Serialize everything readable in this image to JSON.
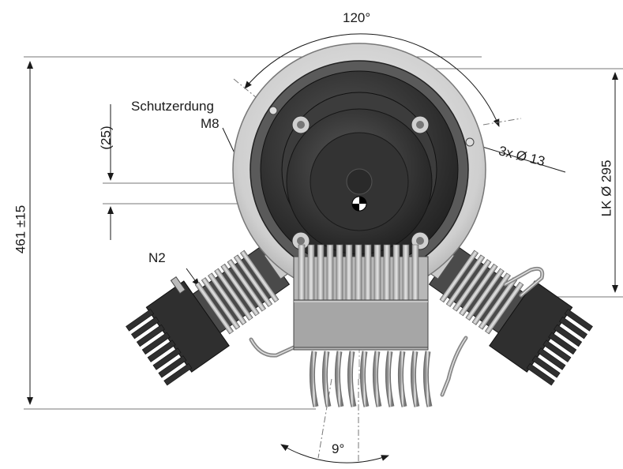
{
  "labels": {
    "angle_top": "120°",
    "grounding_line1": "Schutzerdung",
    "grounding_line2": "M8",
    "offset": "(25)",
    "height": "461 ±15",
    "n2": "N2",
    "holes": "3x Ø 13",
    "bolt_circle": "LK Ø 295",
    "angle_bottom": "9°"
  },
  "colors": {
    "line": "#1a1a1a",
    "dim_line": "#555555",
    "metal_light": "#d9d9d9",
    "metal_mid": "#9a9a9a",
    "metal_dark": "#3a3a3a",
    "body_black": "#2b2b2b"
  }
}
